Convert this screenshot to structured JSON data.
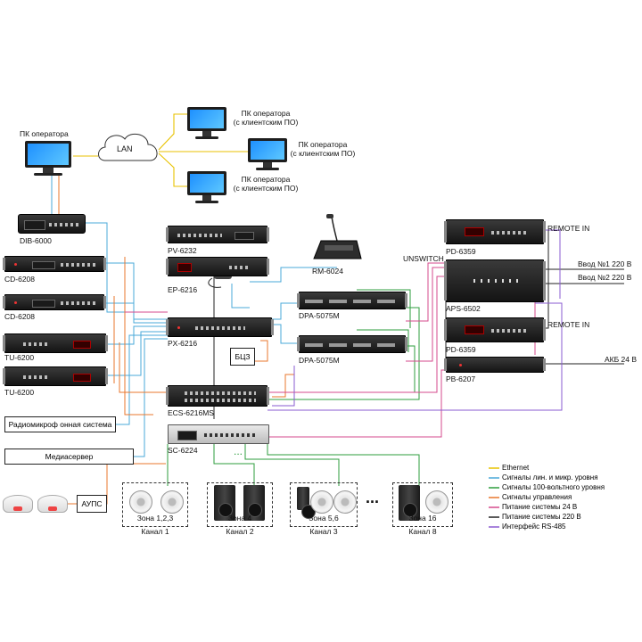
{
  "labels": {
    "pc_operator_main": "ПК оператора",
    "pc_operator_client_line1": "ПК оператора",
    "pc_operator_client_line2": "(с клиентским ПО)",
    "lan": "LAN",
    "dib": "DIB-6000",
    "pv": "PV-6232",
    "ep": "EP-6216",
    "rm": "RM-6024",
    "cd1": "CD-6208",
    "cd2": "CD-6208",
    "tu1": "TU-6200",
    "tu2": "TU-6200",
    "px": "PX-6216",
    "dpa1": "DPA-5075M",
    "dpa2": "DPA-5075M",
    "bcz": "БЦЗ",
    "ecs": "ECS-6216MS",
    "sc": "SC-6224",
    "radiomic": "Радиомикроф онная система",
    "mediaserver": "Медиасервер",
    "aups": "АУПС",
    "pd1": "PD-6359",
    "pd2": "PD-6359",
    "aps": "APS-6502",
    "pb": "PB-6207",
    "remote_in_1": "REMOTE IN",
    "remote_in_2": "REMOTE IN",
    "unswitch": "UNSWITCH",
    "vvod1": "Ввод №1 220 В",
    "vvod2": "Ввод №2 220 В",
    "akb": "АКБ 24 В",
    "dots_sc": "...",
    "dots_zones": "..."
  },
  "zones": [
    {
      "zone": "Зона 1,2,3",
      "channel": "Канал 1"
    },
    {
      "zone": "Зона 4",
      "channel": "Канал 2"
    },
    {
      "zone": "Зона 5,6",
      "channel": "Канал 3"
    },
    {
      "zone": "Зона 16",
      "channel": "Канал 8"
    }
  ],
  "legend": [
    {
      "label": "Ethernet",
      "color": "#e8c200"
    },
    {
      "label": "Сигналы лин. и микр. уровня",
      "color": "#4aa8d8"
    },
    {
      "label": "Сигналы 100-вольтного уровня",
      "color": "#2e9e3e"
    },
    {
      "label": "Сигналы управления",
      "color": "#e8772e"
    },
    {
      "label": "Питание системы 24 В",
      "color": "#d64a8c"
    },
    {
      "label": "Питание системы 220 В",
      "color": "#222222"
    },
    {
      "label": "Интерфейс RS-485",
      "color": "#8a5bd0"
    }
  ]
}
